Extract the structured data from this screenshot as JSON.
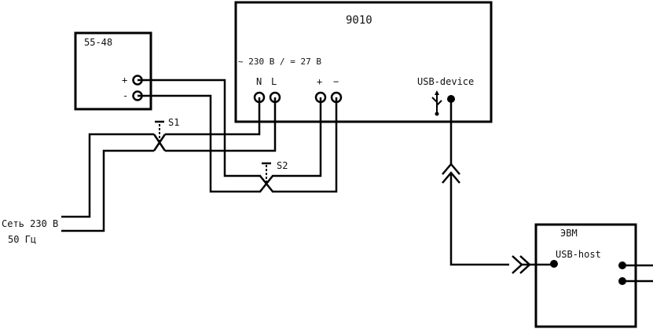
{
  "blocks": {
    "main_unit": {
      "title": "9010",
      "supply_label": "~ 230 B / = 27 B",
      "pin_n": "N",
      "pin_l": "L",
      "pin_plus": "+",
      "pin_minus": "−",
      "usb_label": "USB-device"
    },
    "power_source": {
      "title": "55-48",
      "pin_plus": "+",
      "pin_minus": "-"
    },
    "host_unit": {
      "title": "ЭВМ",
      "usb_label": "USB-host"
    }
  },
  "switches": {
    "s1": "S1",
    "s2": "S2"
  },
  "mains": {
    "line1": "Сеть 230 В",
    "line2": "50 Гц"
  }
}
